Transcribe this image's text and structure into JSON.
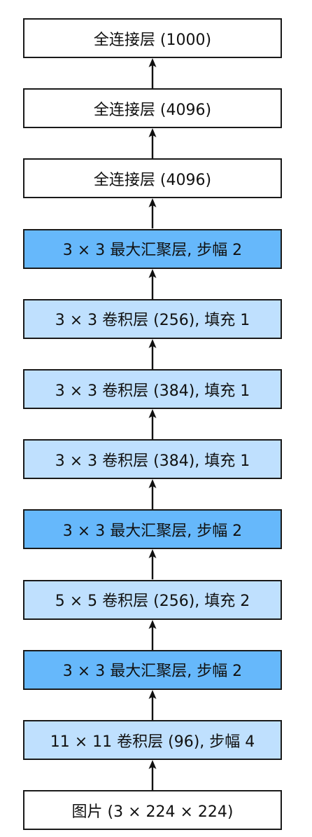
{
  "colors": {
    "fc": "#ffffff",
    "pool": "#66b8fb",
    "conv": "#bfe0fe",
    "input": "#ffffff",
    "border": "#1a1a1a",
    "arrow": "#111111"
  },
  "layers": [
    {
      "label": "全连接层 (1000)",
      "kind": "fc"
    },
    {
      "label": "全连接层 (4096)",
      "kind": "fc"
    },
    {
      "label": "全连接层 (4096)",
      "kind": "fc"
    },
    {
      "label": "3 × 3 最大汇聚层, 步幅 2",
      "kind": "pool"
    },
    {
      "label": "3 × 3 卷积层 (256), 填充 1",
      "kind": "conv"
    },
    {
      "label": "3 × 3 卷积层 (384), 填充 1",
      "kind": "conv"
    },
    {
      "label": "3 × 3 卷积层 (384), 填充 1",
      "kind": "conv"
    },
    {
      "label": "3 × 3 最大汇聚层, 步幅 2",
      "kind": "pool"
    },
    {
      "label": "5 × 5 卷积层 (256), 填充 2",
      "kind": "conv"
    },
    {
      "label": "3 × 3 最大汇聚层, 步幅 2",
      "kind": "pool"
    },
    {
      "label": "11 × 11 卷积层 (96), 步幅 4",
      "kind": "conv"
    },
    {
      "label": "图片 (3 × 224 × 224)",
      "kind": "input"
    }
  ]
}
